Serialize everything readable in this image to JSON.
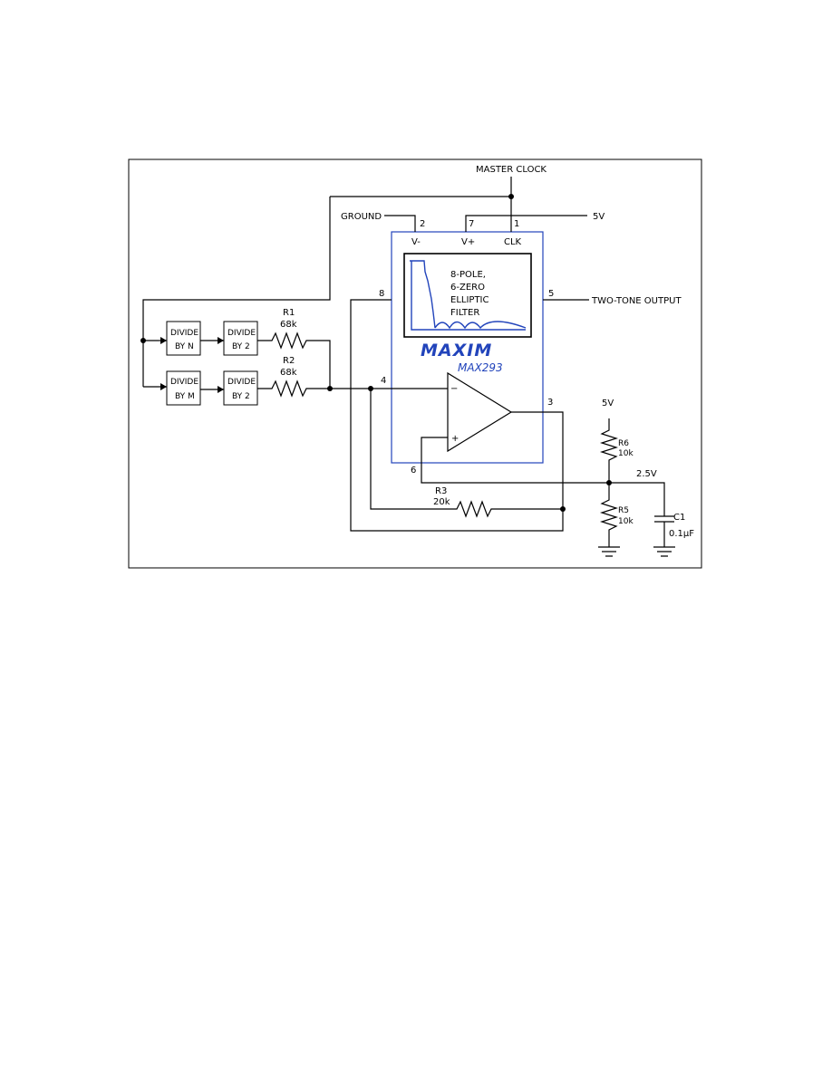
{
  "colors": {
    "chip": "#2244bb",
    "wire": "#000000",
    "paper": "#ffffff"
  },
  "labels": {
    "master_clock": "MASTER CLOCK",
    "ground": "GROUND",
    "supply": "5V",
    "pin_vminus": "V-",
    "pin_vplus": "V+",
    "pin_clk": "CLK",
    "pin2": "2",
    "pin7": "7",
    "pin1": "1",
    "pin8": "8",
    "pin5": "5",
    "pin4": "4",
    "pin3": "3",
    "pin6": "6",
    "two_tone_output": "TWO-TONE OUTPUT",
    "opamp_minus": "−",
    "opamp_plus": "+",
    "bias_voltage": "2.5V",
    "r6_supply": "5V"
  },
  "filter_box": {
    "line1": "8-POLE,",
    "line2": "6-ZERO",
    "line3": "ELLIPTIC",
    "line4": "FILTER"
  },
  "chip": {
    "logo": "MAXIM",
    "part": "MAX293"
  },
  "blocks": [
    {
      "top": "DIVIDE",
      "bottom": "BY N"
    },
    {
      "top": "DIVIDE",
      "bottom": "BY 2"
    },
    {
      "top": "DIVIDE",
      "bottom": "BY M"
    },
    {
      "top": "DIVIDE",
      "bottom": "BY 2"
    }
  ],
  "components": {
    "r1": {
      "name": "R1",
      "value": "68k"
    },
    "r2": {
      "name": "R2",
      "value": "68k"
    },
    "r3": {
      "name": "R3",
      "value": "20k"
    },
    "r5": {
      "name": "R5",
      "value": "10k"
    },
    "r6": {
      "name": "R6",
      "value": "10k"
    },
    "c1": {
      "name": "C1",
      "value": "0.1µF"
    }
  }
}
